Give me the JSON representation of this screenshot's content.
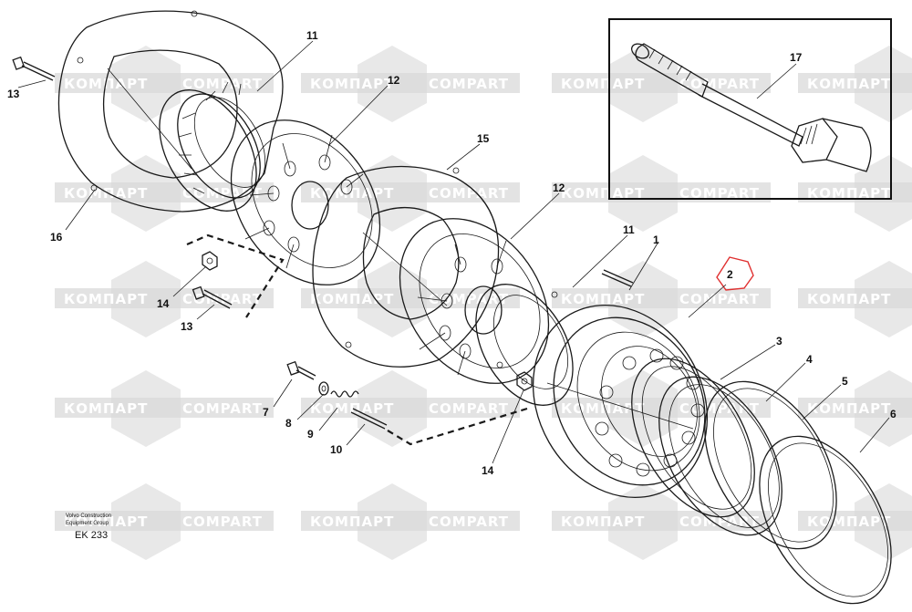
{
  "watermark": {
    "brand_latin": "COMPART",
    "brand_cyrillic": "КОМПАРТ",
    "color": "#d9d9d9"
  },
  "caption": {
    "line1": "Volvo Construction",
    "line2": "Equipment Group",
    "code": "EK 233"
  },
  "highlight_color": "#e03030",
  "callouts": {
    "c1": "1",
    "c2": "2",
    "c3": "3",
    "c4": "4",
    "c5": "5",
    "c6": "6",
    "c7": "7",
    "c8": "8",
    "c9": "9",
    "c10": "10",
    "c11a": "11",
    "c11b": "11",
    "c12a": "12",
    "c12b": "12",
    "c13a": "13",
    "c13b": "13",
    "c14a": "14",
    "c14b": "14",
    "c15": "15",
    "c16": "16",
    "c17": "17"
  }
}
